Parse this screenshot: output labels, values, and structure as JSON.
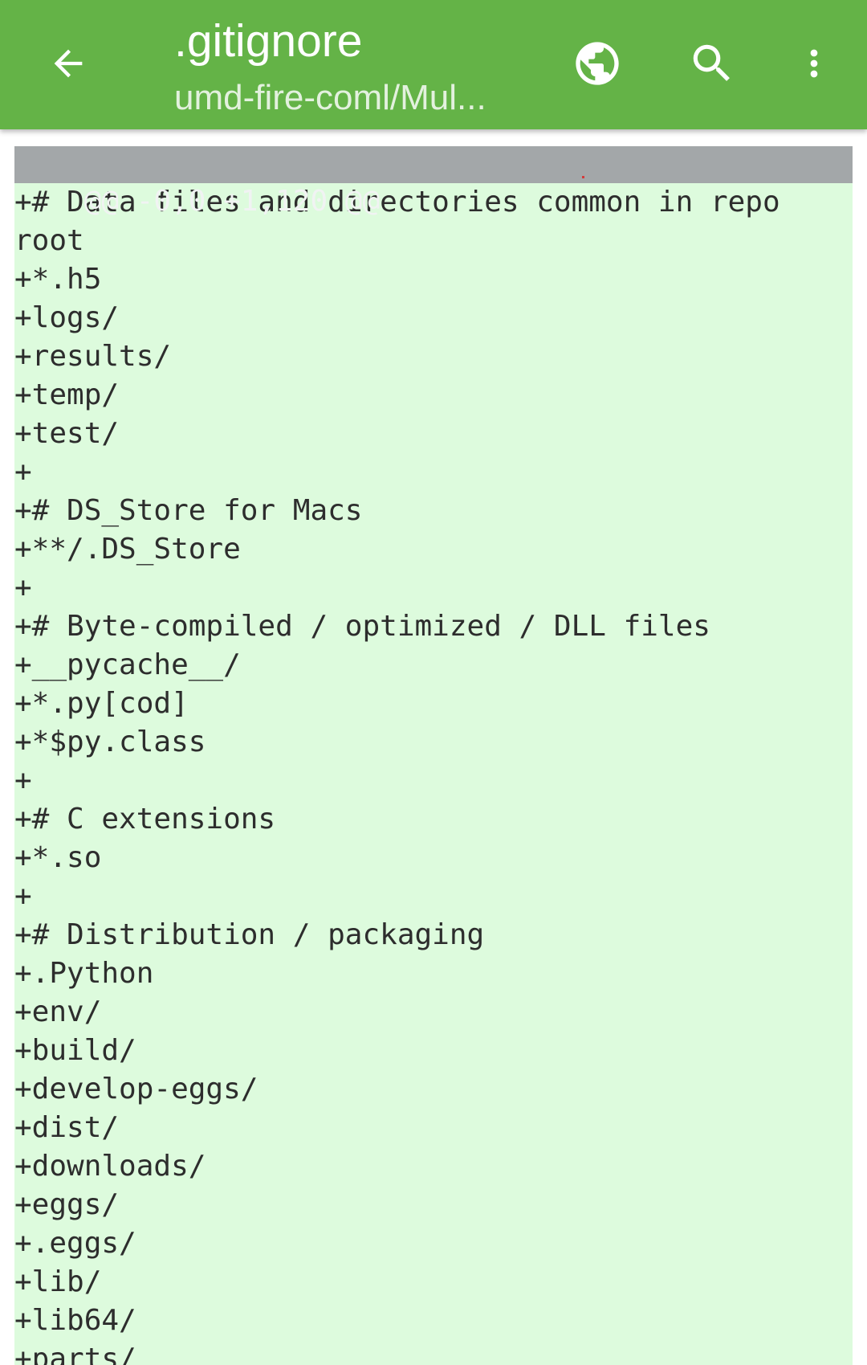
{
  "appbar": {
    "title": ".gitignore",
    "subtitle": "umd-fire-coml/Mul...",
    "back_icon": "arrow-left-icon",
    "browser_icon": "globe-icon",
    "search_icon": "search-icon",
    "menu_icon": "more-vert-icon",
    "color": "#64b347"
  },
  "diff": {
    "hunk_header": "@@ -0,0 +1,120 @@",
    "added_bg": "#ddfbdd",
    "hunk_bg": "#a3a7a9",
    "lines": [
      "+# Data files and directories common in repo root",
      "+*.h5",
      "+logs/",
      "+results/",
      "+temp/",
      "+test/",
      "+",
      "+# DS_Store for Macs",
      "+**/.DS_Store",
      "+",
      "+# Byte-compiled / optimized / DLL files",
      "+__pycache__/",
      "+*.py[cod]",
      "+*$py.class",
      "+",
      "+# C extensions",
      "+*.so",
      "+",
      "+# Distribution / packaging",
      "+.Python",
      "+env/",
      "+build/",
      "+develop-eggs/",
      "+dist/",
      "+downloads/",
      "+eggs/",
      "+.eggs/",
      "+lib/",
      "+lib64/",
      "+parts/"
    ]
  }
}
